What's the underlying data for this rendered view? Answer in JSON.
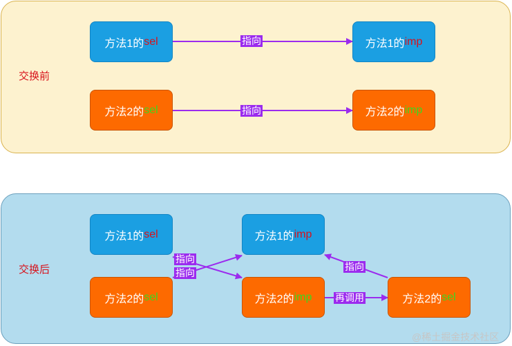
{
  "before": {
    "label": "交换前",
    "m1_sel": {
      "prefix": "方法1的",
      "suffix": "sel"
    },
    "m1_imp": {
      "prefix": "方法1的",
      "suffix": "imp"
    },
    "m2_sel": {
      "prefix": "方法2的",
      "suffix": "sel"
    },
    "m2_imp": {
      "prefix": "方法2的",
      "suffix": "imp"
    },
    "edge1": "指向",
    "edge2": "指向"
  },
  "after": {
    "label": "交换后",
    "m1_sel": {
      "prefix": "方法1的",
      "suffix": "sel"
    },
    "m1_imp": {
      "prefix": "方法1的",
      "suffix": "imp"
    },
    "m2_sel": {
      "prefix": "方法2的",
      "suffix": "sel"
    },
    "m2_imp": {
      "prefix": "方法2的",
      "suffix": "imp"
    },
    "m2_sel_right": {
      "prefix": "方法2的",
      "suffix": "sel"
    },
    "edge_cross1": "指向",
    "edge_cross2": "指向",
    "edge_call": "再调用",
    "edge_back": "指向"
  },
  "watermark": "@稀土掘金技术社区",
  "colors": {
    "arrow": "#9b2bee",
    "blue_box": "#1b9fe2",
    "orange_box": "#fd6a00",
    "sel_red": "#d8121b",
    "imp_green": "#3fd61f"
  }
}
